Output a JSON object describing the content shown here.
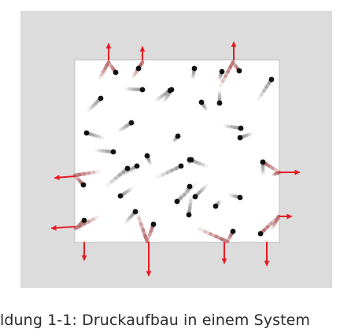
{
  "caption": "ldung 1-1: Druckaufbau in einem System",
  "colors": {
    "outer_background": "#dcdcdc",
    "container_fill": "#ffffff",
    "container_border": "#bdbdbd",
    "particle": "#111111",
    "trail": "#9a9a9a",
    "impact_trail": "#b36a6a",
    "force_arrow": "#e41b23"
  },
  "icons": {
    "particle": "black-dot",
    "force_arrow": "red-arrow"
  }
}
